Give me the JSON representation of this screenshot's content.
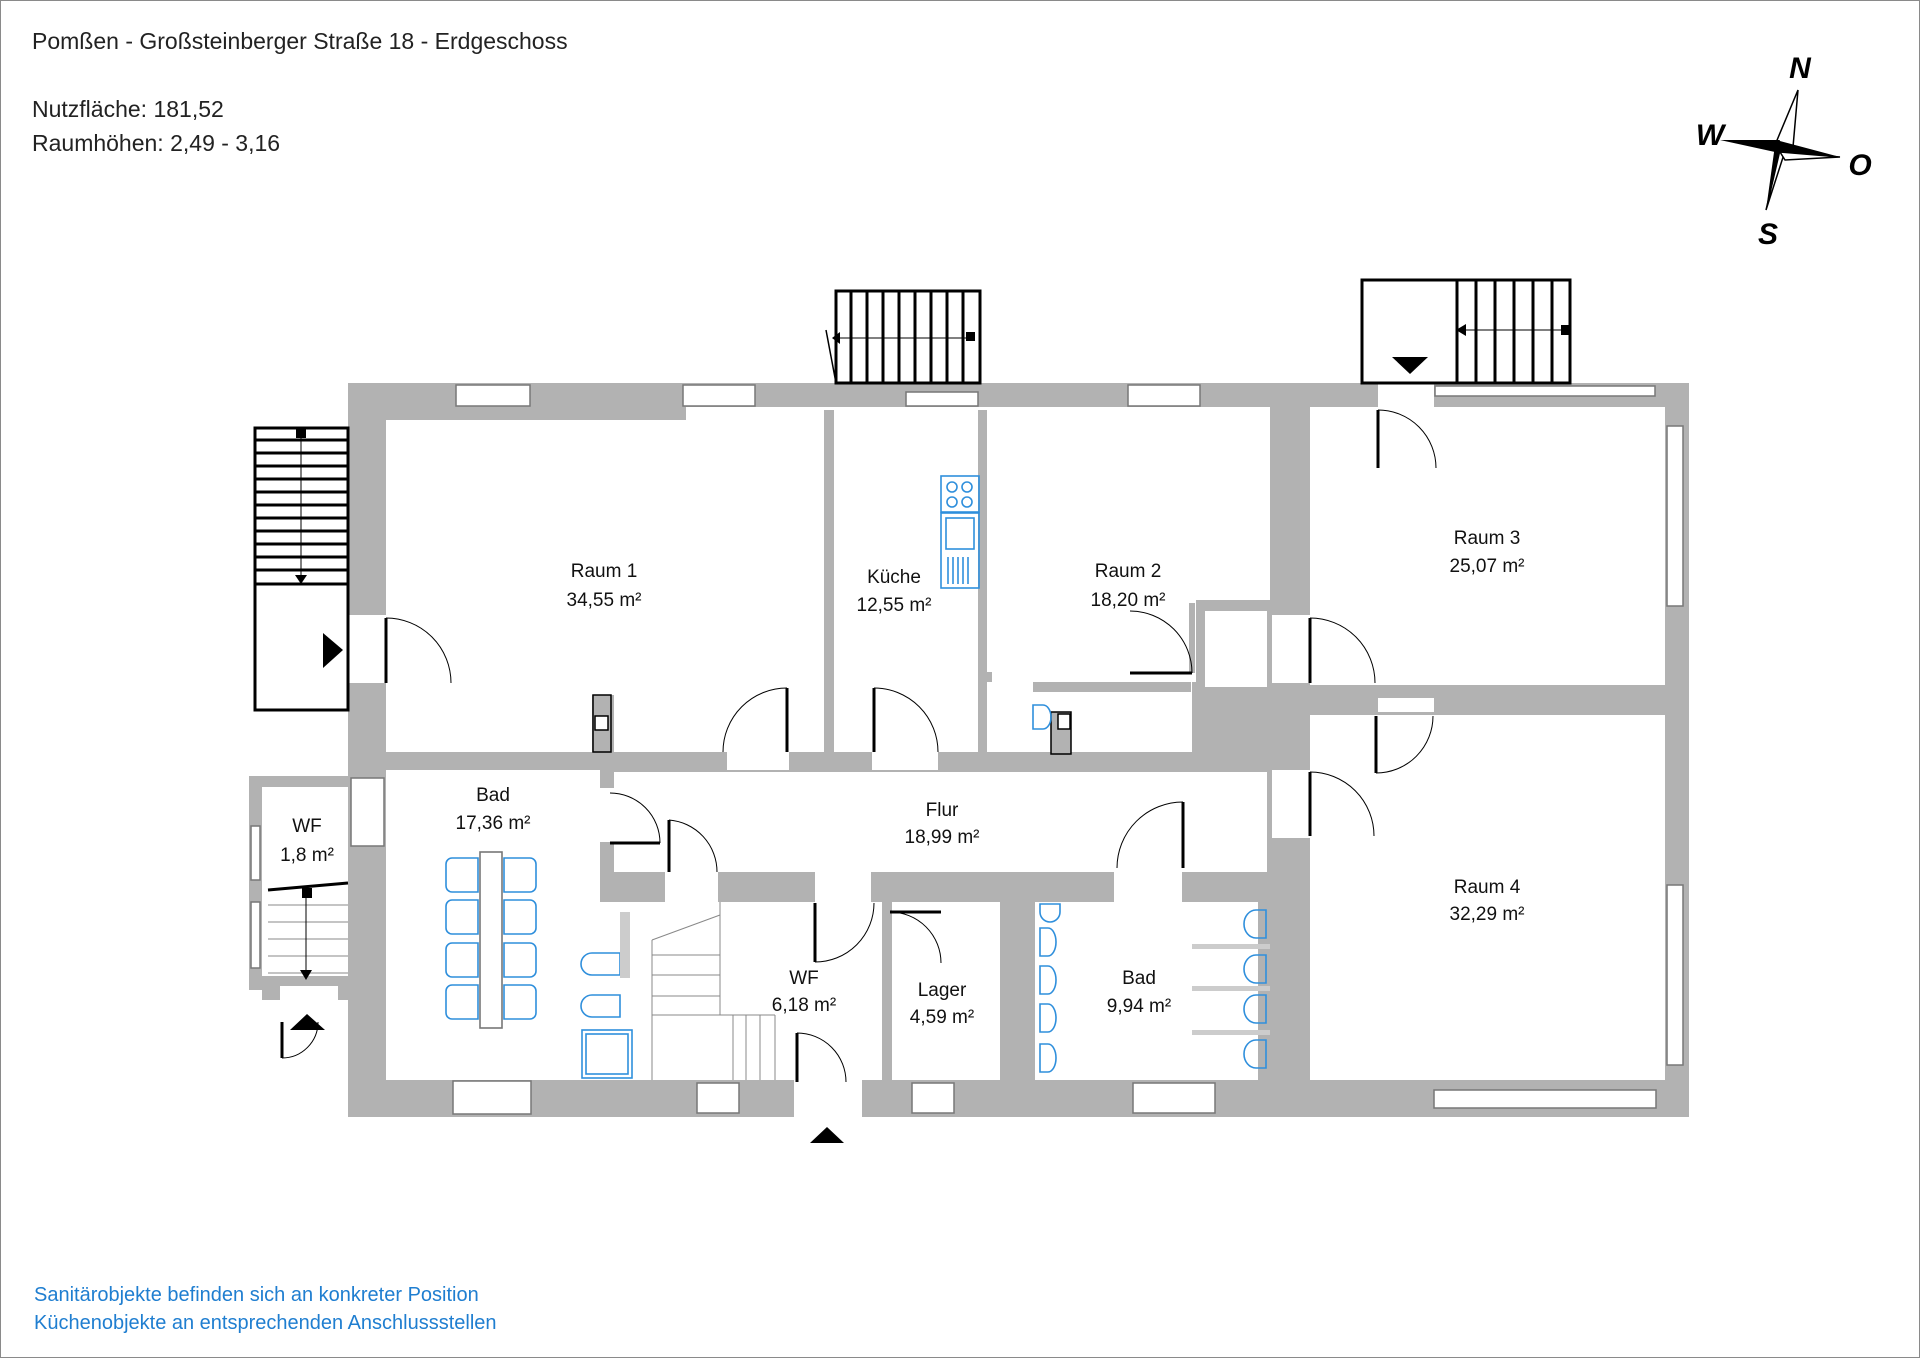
{
  "header": {
    "title": "Pomßen - Großsteinberger Straße 18 - Erdgeschoss",
    "usable_area": "Nutzfläche: 181,52",
    "room_heights": "Raumhöhen: 2,49 - 3,16"
  },
  "notes": {
    "sanitary": "Sanitärobjekte befinden sich an konkreter Position",
    "kitchen": "Küchenobjekte an entsprechenden Anschlussstellen"
  },
  "compass": {
    "north": "N",
    "south": "S",
    "west": "W",
    "east": "O"
  },
  "rooms": {
    "raum1": {
      "name": "Raum 1",
      "area": "34,55 m²"
    },
    "kueche": {
      "name": "Küche",
      "area": "12,55 m²"
    },
    "raum2": {
      "name": "Raum 2",
      "area": "18,20 m²"
    },
    "raum3": {
      "name": "Raum 3",
      "area": "25,07 m²"
    },
    "raum4": {
      "name": "Raum 4",
      "area": "32,29 m²"
    },
    "flur": {
      "name": "Flur",
      "area": "18,99 m²"
    },
    "bad1": {
      "name": "Bad",
      "area": "17,36 m²"
    },
    "bad2": {
      "name": "Bad",
      "area": "9,94 m²"
    },
    "wf1": {
      "name": "WF",
      "area": "1,8 m²"
    },
    "wf2": {
      "name": "WF",
      "area": "6,18 m²"
    },
    "lager": {
      "name": "Lager",
      "area": "4,59 m²"
    }
  },
  "colors": {
    "wall": "#b2b2b2",
    "fixture": "#2f8fdc",
    "line": "#000000"
  }
}
